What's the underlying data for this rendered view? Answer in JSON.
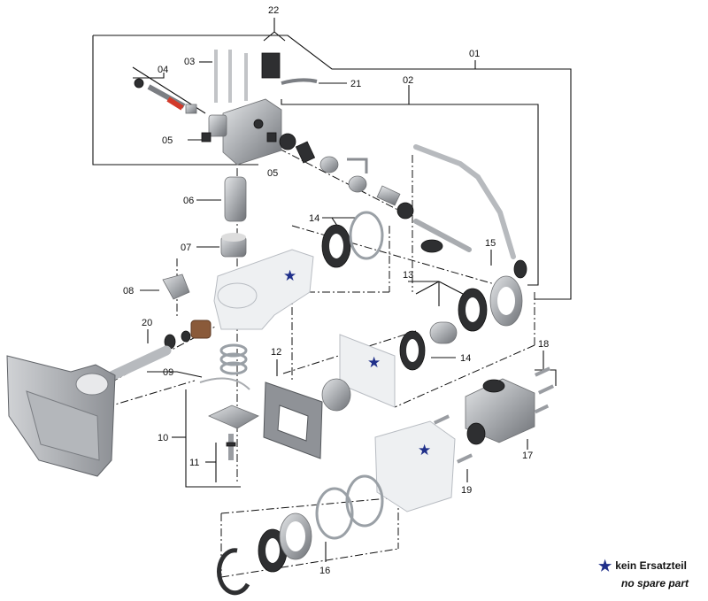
{
  "part_numbers": {
    "p01": "01",
    "p02": "02",
    "p03": "03",
    "p04": "04",
    "p05a": "05",
    "p05b": "05",
    "p06": "06",
    "p07": "07",
    "p08": "08",
    "p09": "09",
    "p10": "10",
    "p11": "11",
    "p12": "12",
    "p13": "13",
    "p14a": "14",
    "p14b": "14",
    "p15": "15",
    "p16": "16",
    "p17": "17",
    "p18": "18",
    "p19": "19",
    "p20": "20",
    "p21": "21",
    "p22": "22"
  },
  "legend": {
    "star": "★",
    "german": "kein Ersatzteil",
    "english": "no spare part"
  },
  "colors": {
    "star": "#1f2f8a",
    "line": "#111111",
    "metal": "#a9acb0",
    "ghost": "#eef0f2"
  },
  "icons": [
    "star-icon"
  ]
}
